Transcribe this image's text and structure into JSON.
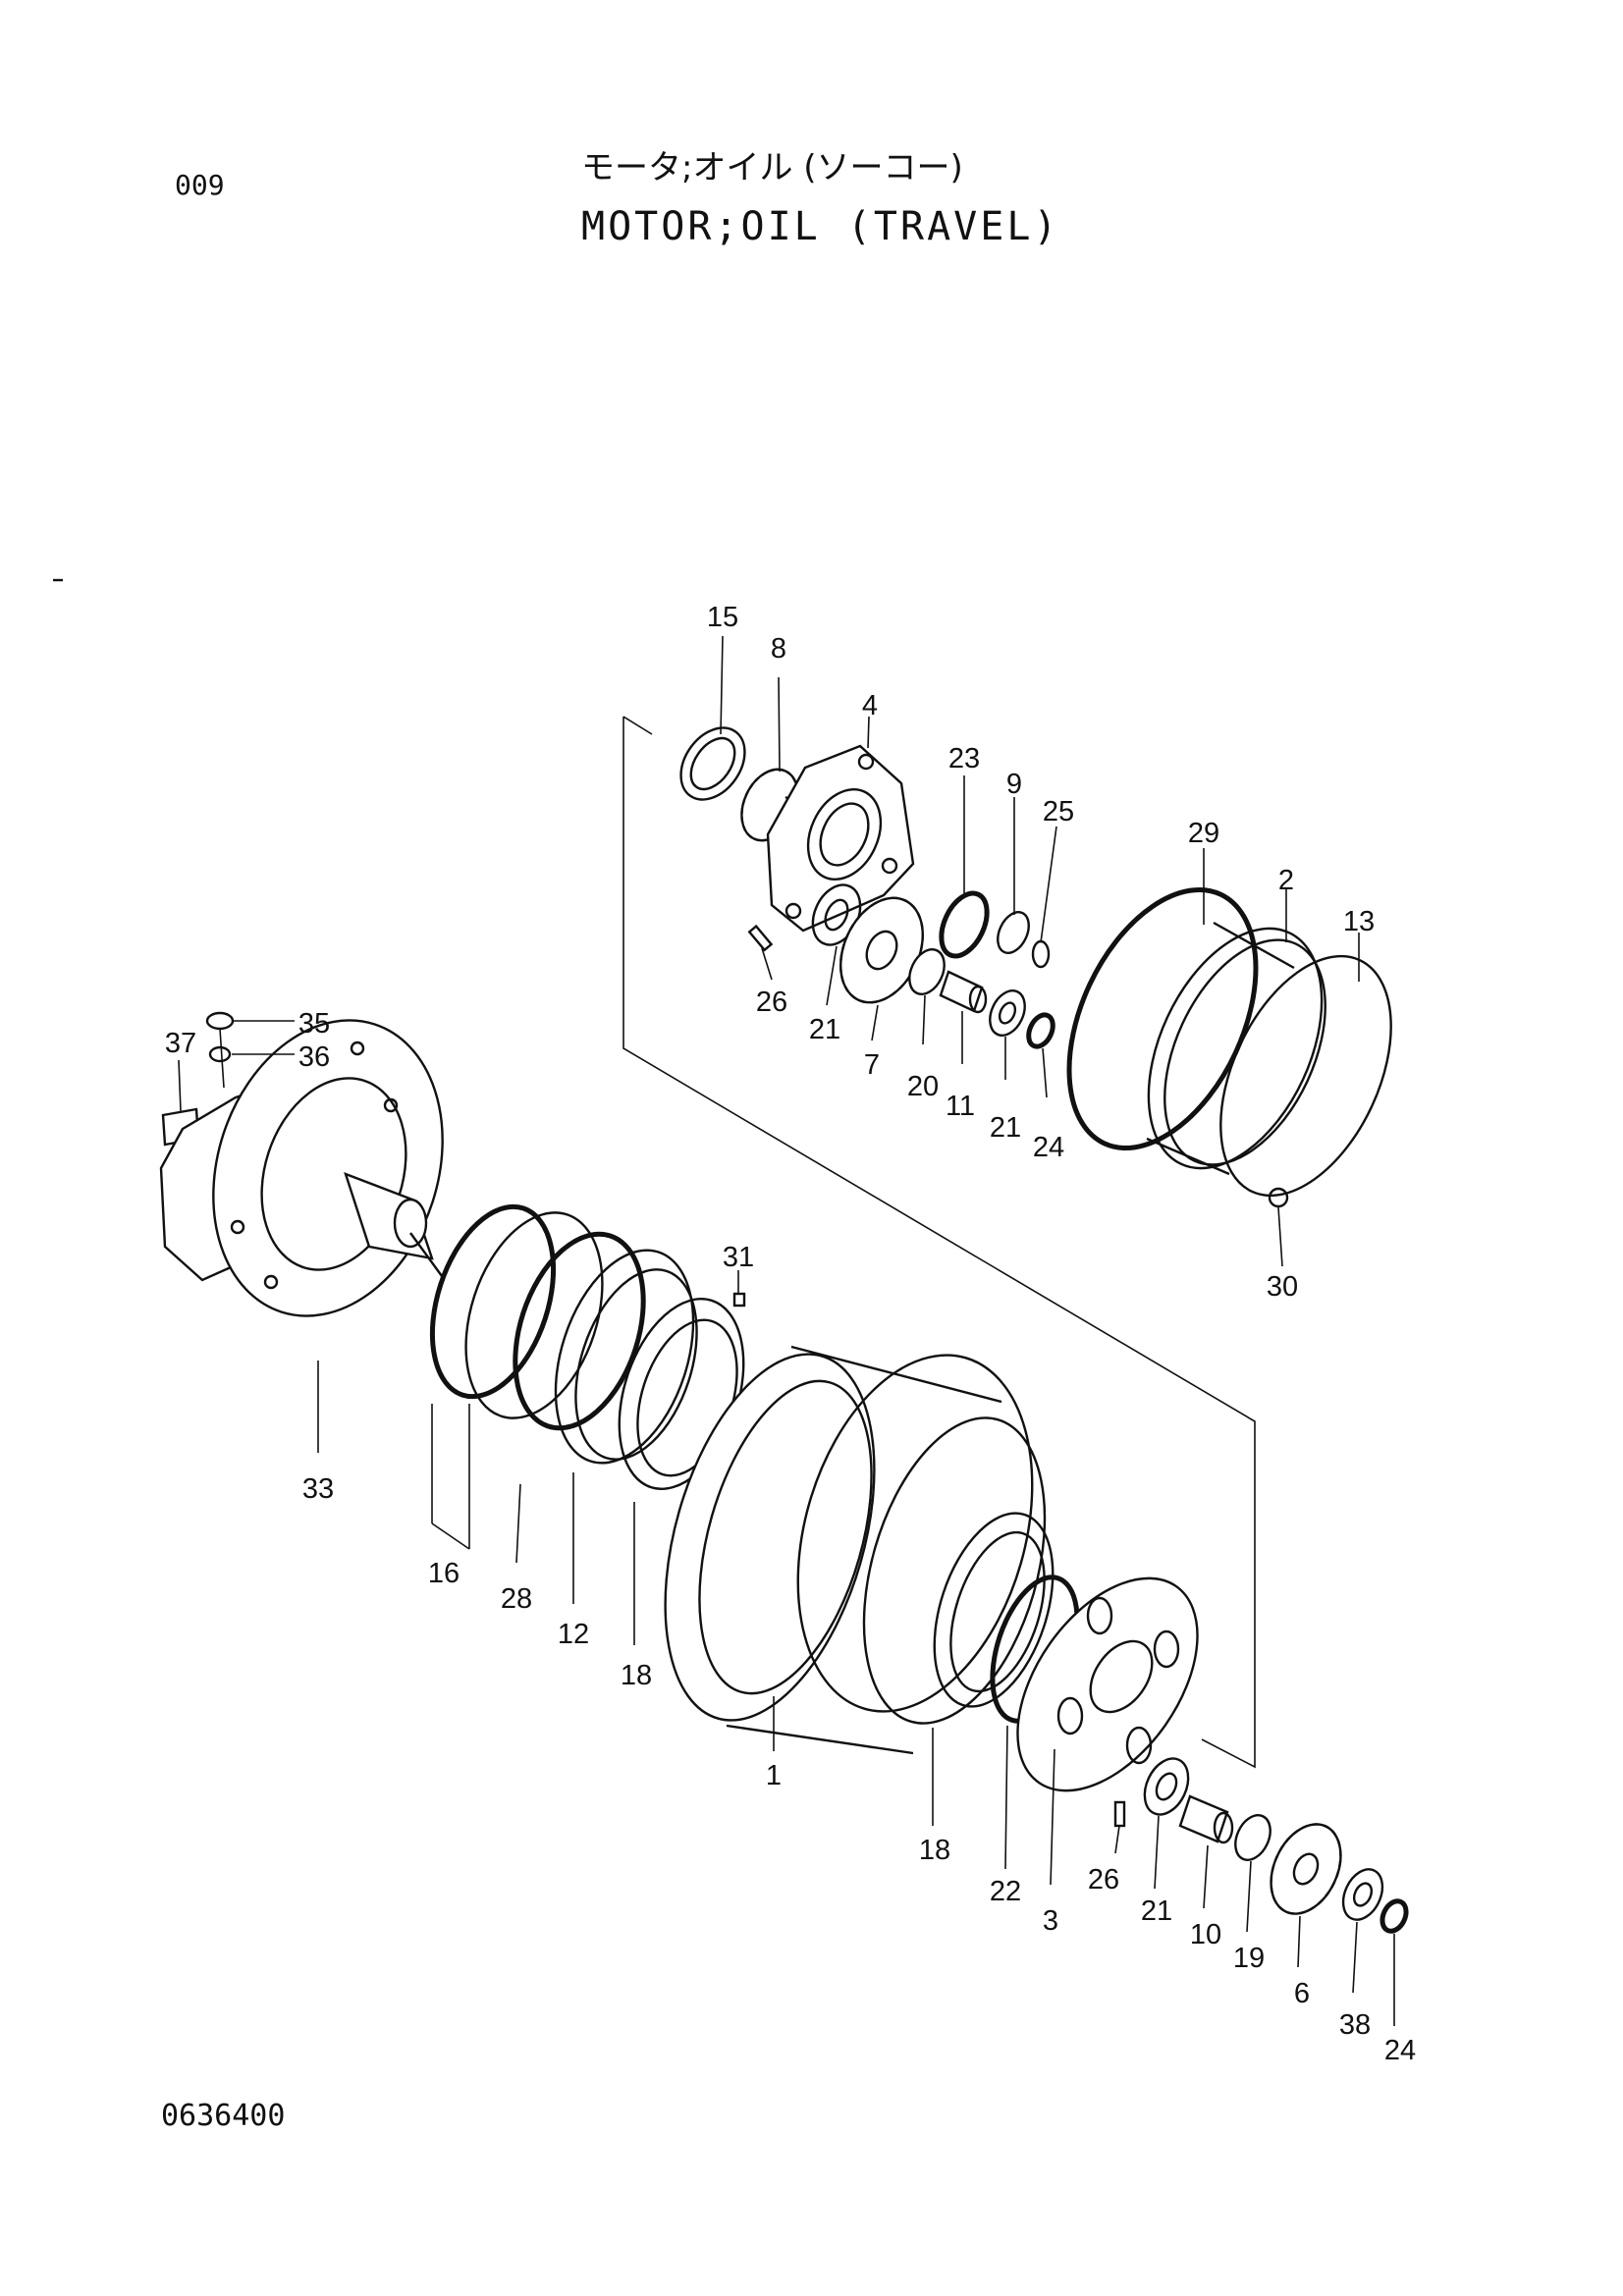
{
  "header": {
    "page_code": "009",
    "title_jp": "モータ;オイル (ソーコー)",
    "title_en": "MOTOR;OIL (TRAVEL)"
  },
  "footer": {
    "drawing_number": "0636400"
  },
  "callouts": {
    "c15": "15",
    "c8": "8",
    "c4": "4",
    "c23": "23",
    "c9": "9",
    "c25": "25",
    "c29": "29",
    "c2": "2",
    "c13": "13",
    "c26a": "26",
    "c21a": "21",
    "c7": "7",
    "c20": "20",
    "c11": "11",
    "c21b": "21",
    "c24a": "24",
    "c30": "30",
    "c35": "35",
    "c36": "36",
    "c37": "37",
    "c31": "31",
    "c33": "33",
    "c16": "16",
    "c28": "28",
    "c12": "12",
    "c18a": "18",
    "c1": "1",
    "c18b": "18",
    "c22": "22",
    "c3": "3",
    "c26b": "26",
    "c21c": "21",
    "c10": "10",
    "c19": "19",
    "c6": "6",
    "c38": "38",
    "c24b": "24"
  }
}
